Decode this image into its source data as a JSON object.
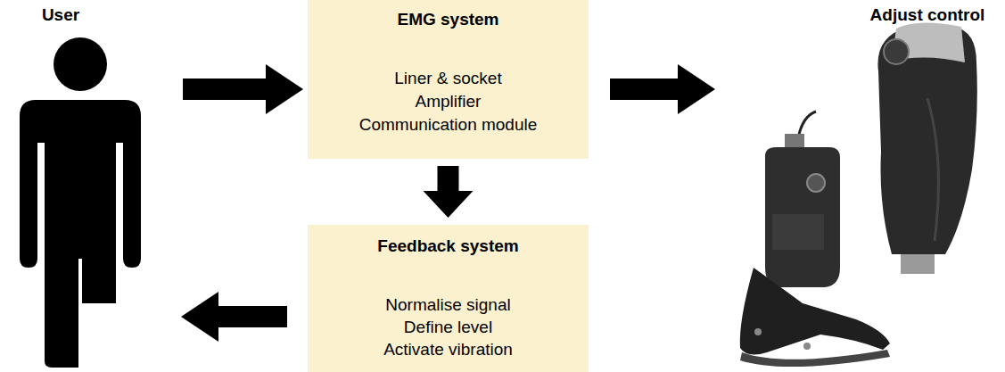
{
  "diagram": {
    "nodes": [
      {
        "text": [
          "EMG system",
          "Liner & socket",
          "Amplifier",
          "Communication module"
        ]
      },
      {
        "text": [
          "Feedback system",
          "Normalise signal",
          "Define level",
          "Activate vibration"
        ]
      }
    ],
    "edges": [
      {
        "from": 0,
        "to": 1,
        "arrow": "to"
      }
    ],
    "labels": [
      "User",
      "Adjust control"
    ]
  }
}
